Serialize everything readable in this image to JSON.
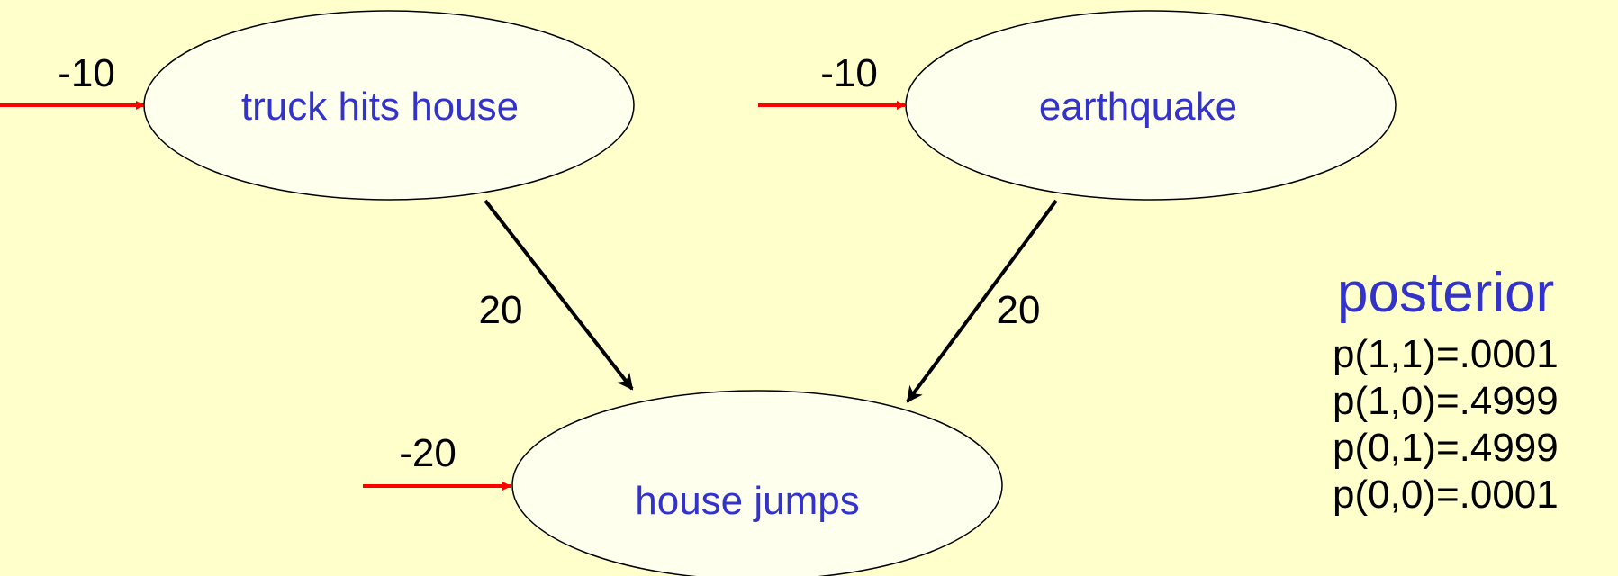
{
  "nodes": {
    "truck": {
      "label": "truck hits house"
    },
    "earthquake": {
      "label": "earthquake"
    },
    "house": {
      "label": "house jumps"
    }
  },
  "biases": {
    "truck": "-10",
    "earthquake": "-10",
    "house": "-20"
  },
  "weights": {
    "truck_to_house": "20",
    "earthquake_to_house": "20"
  },
  "posterior": {
    "title": "posterior",
    "values": [
      "p(1,1)=.0001",
      "p(1,0)=.4999",
      "p(0,1)=.4999",
      "p(0,0)=.0001"
    ]
  },
  "colors": {
    "background": "#ffffcc",
    "node_fill": "#ffffee",
    "node_text": "#3333cc",
    "bias_arrow": "#ff0000",
    "weight_arrow": "#000000"
  }
}
